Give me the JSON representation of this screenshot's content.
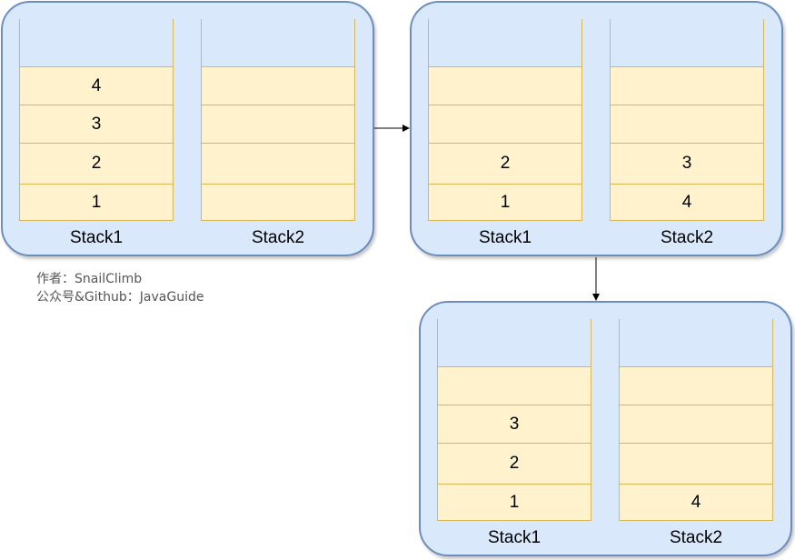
{
  "panels": [
    {
      "stack1": {
        "label": "Stack1",
        "cells": [
          "4",
          "3",
          "2",
          "1"
        ]
      },
      "stack2": {
        "label": "Stack2",
        "cells": [
          "",
          "",
          "",
          ""
        ]
      }
    },
    {
      "stack1": {
        "label": "Stack1",
        "cells": [
          "",
          "",
          "2",
          "1"
        ]
      },
      "stack2": {
        "label": "Stack2",
        "cells": [
          "",
          "",
          "3",
          "4"
        ]
      }
    },
    {
      "stack1": {
        "label": "Stack1",
        "cells": [
          "",
          "3",
          "2",
          "1"
        ]
      },
      "stack2": {
        "label": "Stack2",
        "cells": [
          "",
          "",
          "",
          "4"
        ]
      }
    }
  ],
  "caption": {
    "line1": "作者：SnailClimb",
    "line2": "公众号&Github：JavaGuide"
  },
  "colors": {
    "panel_fill": "#dae8fc",
    "panel_stroke": "#6c8ebf",
    "cell_fill": "#fff2cc",
    "cell_stroke": "#d6b656"
  }
}
